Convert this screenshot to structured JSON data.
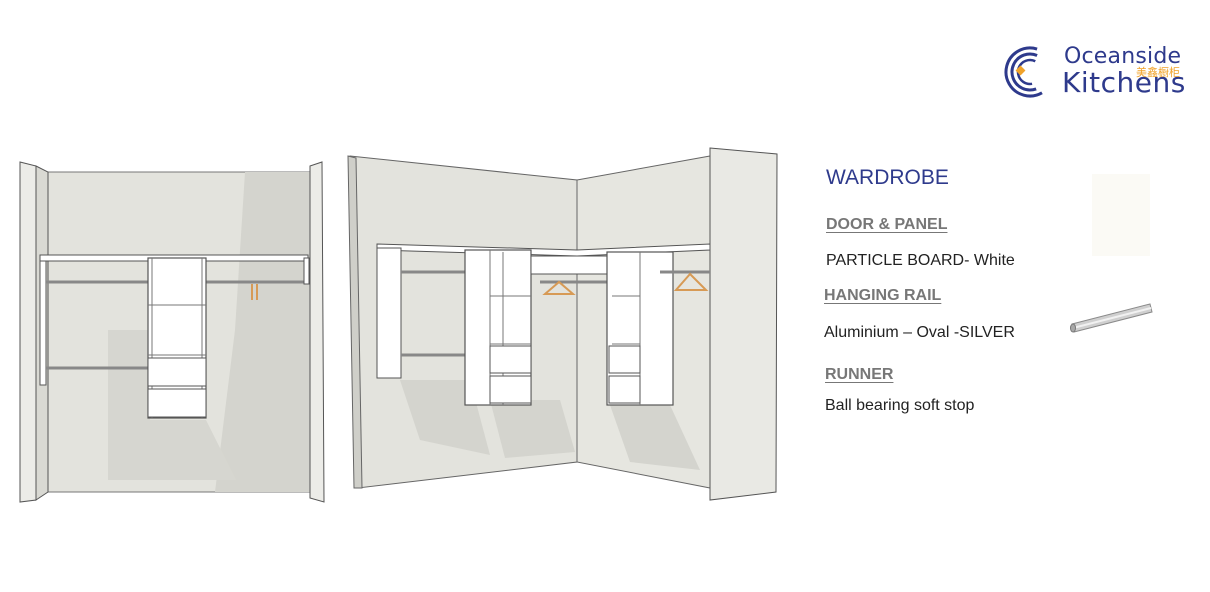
{
  "logo": {
    "line1": "Oceanside",
    "line2": "Kitchens",
    "chinese": "美鑫橱柜",
    "brand_color": "#2e3a8c",
    "accent_color": "#f0a22a"
  },
  "spec": {
    "title": "WARDROBE",
    "sections": [
      {
        "label": "DOOR & PANEL",
        "value": "PARTICLE BOARD- White"
      },
      {
        "label": "HANGING RAIL",
        "value": "Aluminium – Oval -SILVER"
      },
      {
        "label": "RUNNER",
        "value": "Ball bearing soft stop"
      }
    ]
  },
  "colors": {
    "wall": "#e3e3dd",
    "wall_shadow": "#cfcfc9",
    "cabinet": "#ffffff",
    "outline": "#5a5a5a",
    "hanger": "#d79a55",
    "swatch_white": "#fbfaf5",
    "rail_silver": "#c4c4c4"
  }
}
